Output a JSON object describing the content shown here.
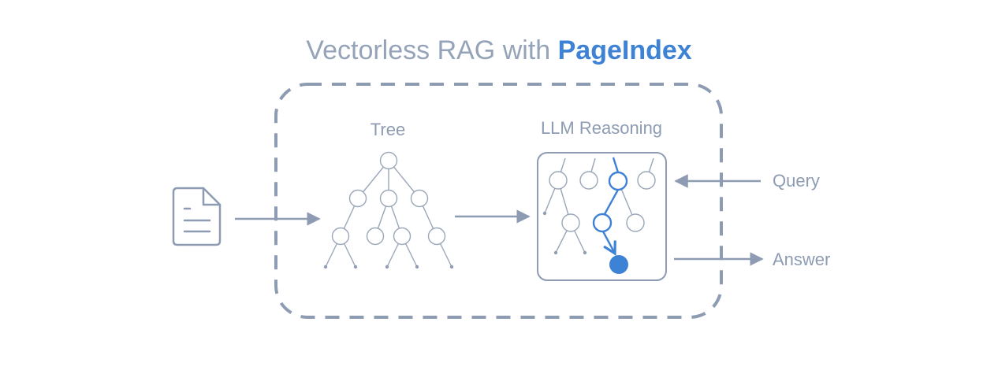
{
  "title": {
    "prefix": "Vectorless RAG with ",
    "brand": "PageIndex"
  },
  "labels": {
    "tree": "Tree",
    "reasoning": "LLM Reasoning",
    "query": "Query",
    "answer": "Answer"
  },
  "icons": {
    "document": "document-icon"
  },
  "colors": {
    "gray": "#8d9bb3",
    "box_border": "#8d9bb3",
    "accent": "#3e82d6"
  }
}
